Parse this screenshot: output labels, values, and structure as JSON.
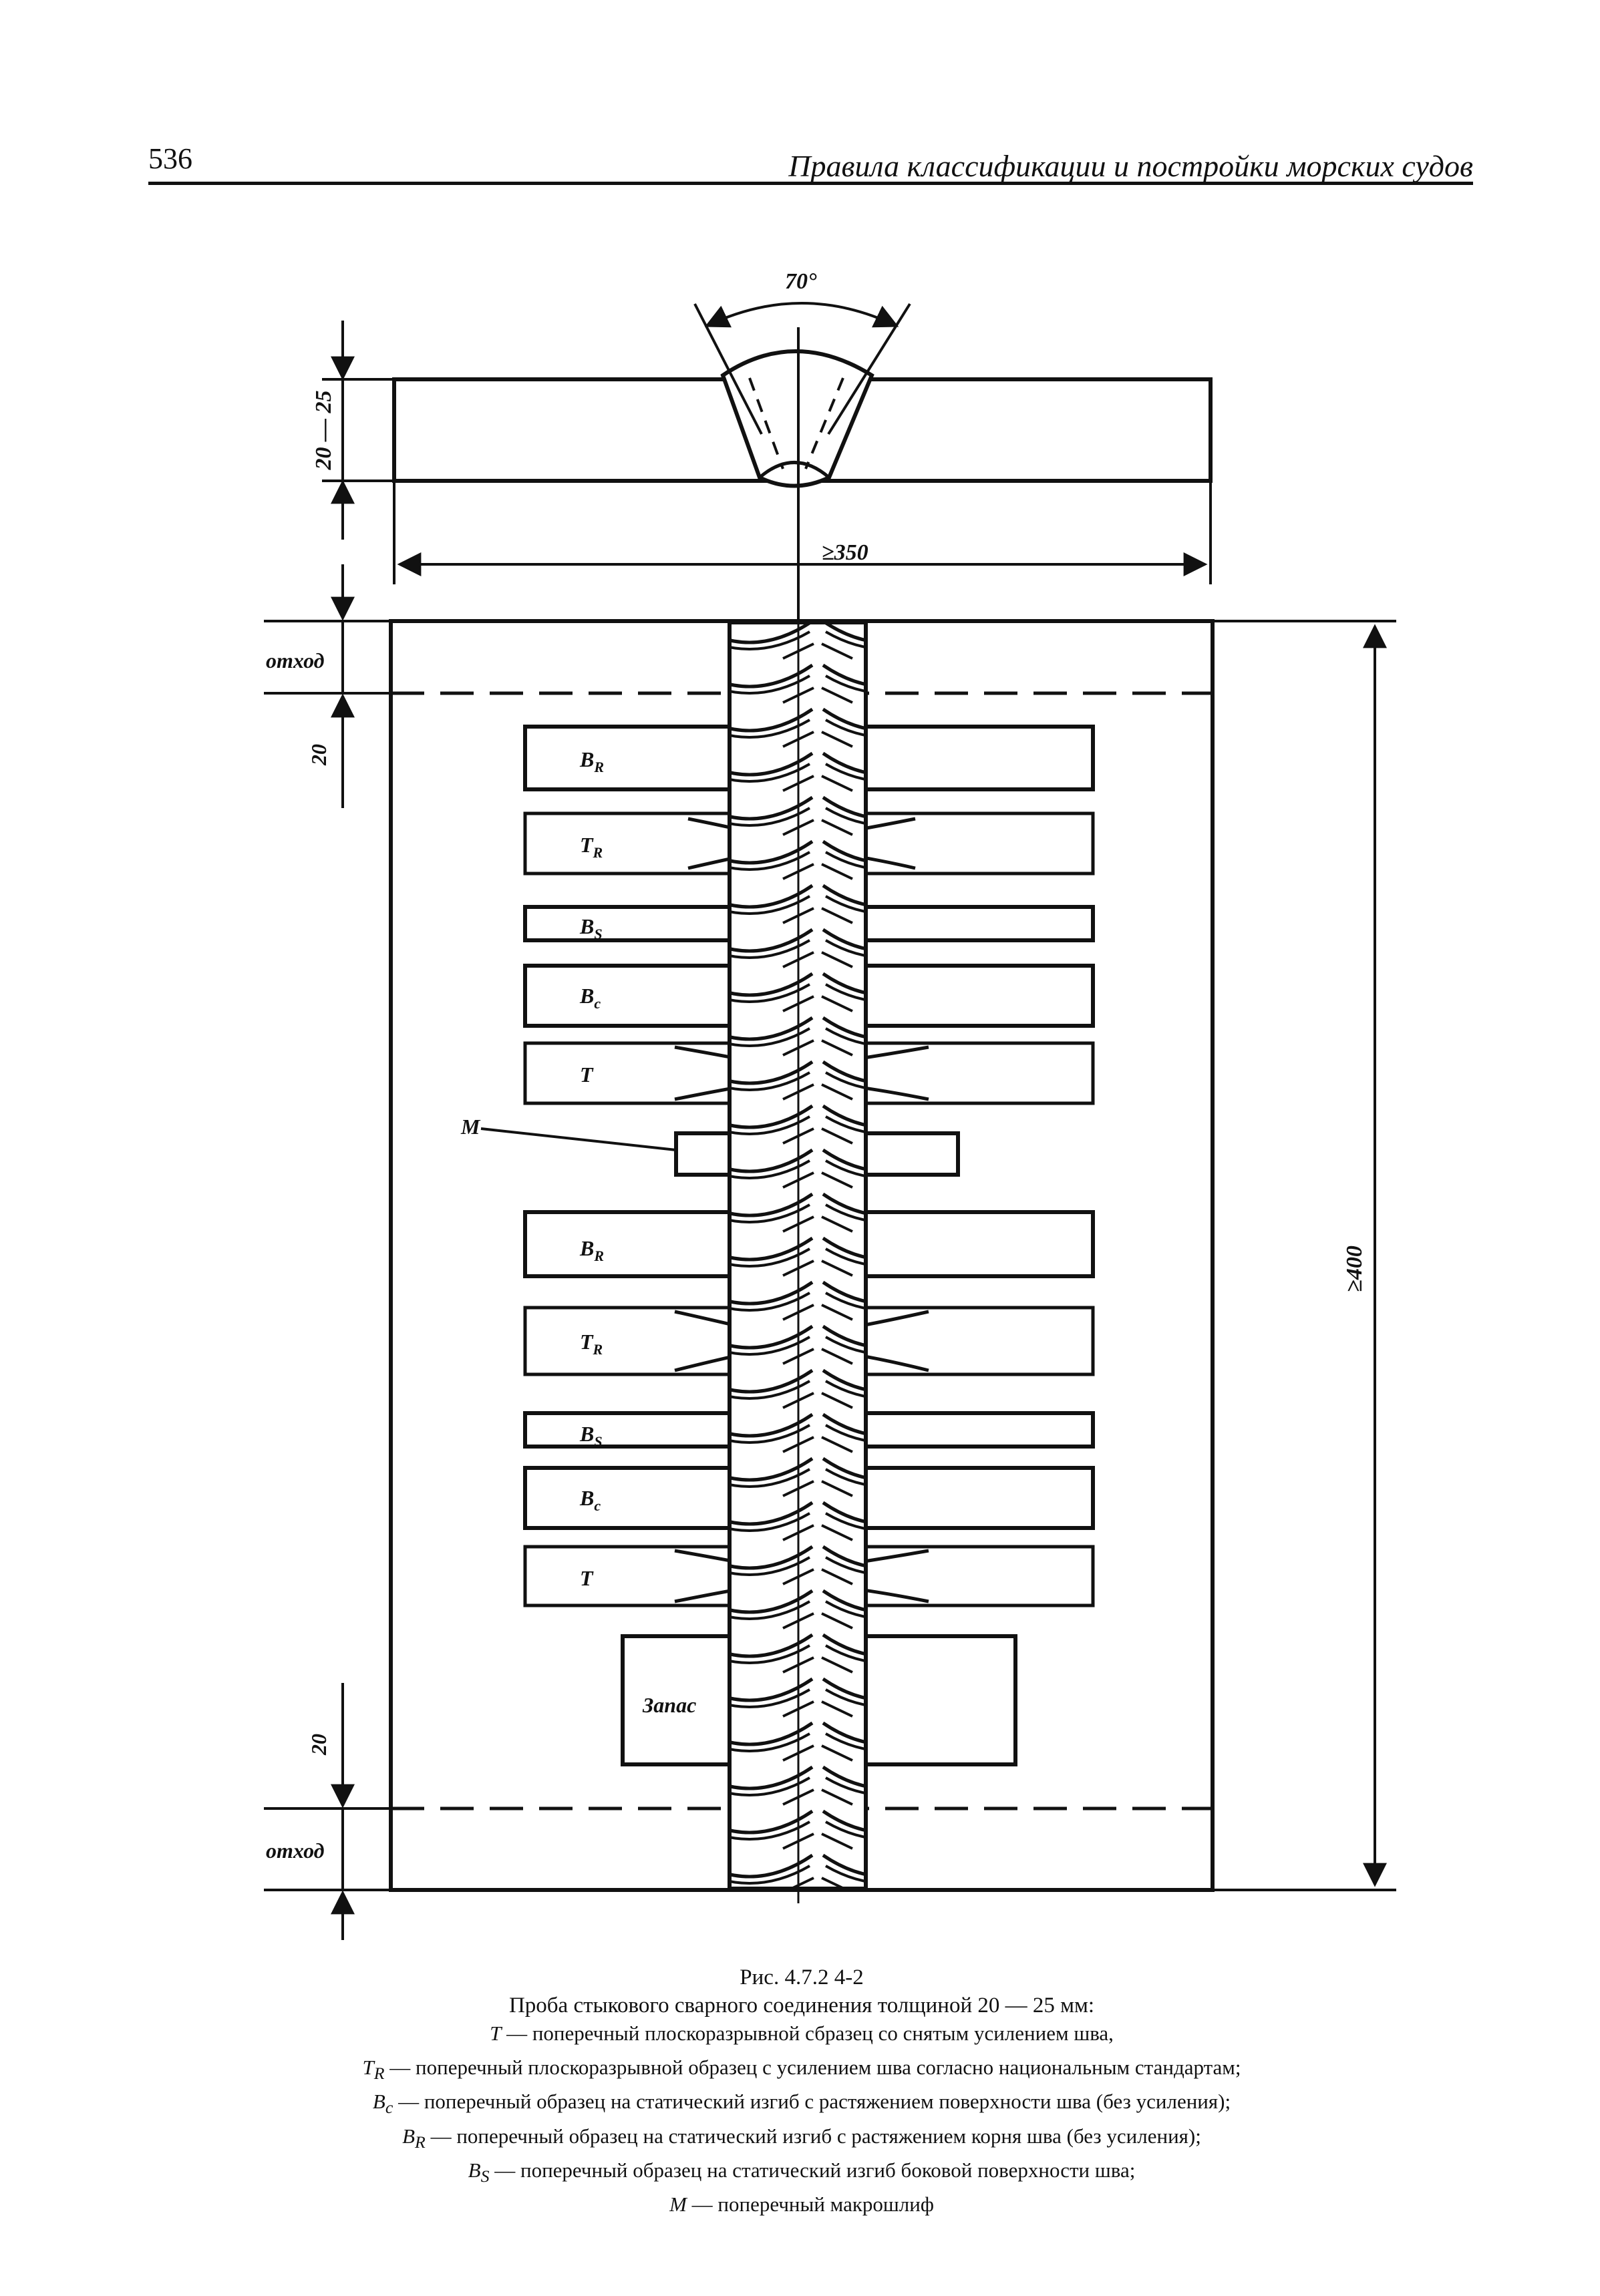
{
  "header": {
    "page_number": "536",
    "title": "Правила классификации и постройки морских судов"
  },
  "drawing": {
    "angle_label": "70°",
    "thickness_label": "20 — 25",
    "width_label": "≥350",
    "length_label": "≥400",
    "waste_label": "отход",
    "margin_label": "20",
    "specimens": [
      {
        "label": "B",
        "sub": "R",
        "shape": "bar"
      },
      {
        "label": "T",
        "sub": "R",
        "shape": "dogbone"
      },
      {
        "label": "B",
        "sub": "S",
        "shape": "thin"
      },
      {
        "label": "B",
        "sub": "c",
        "shape": "bar"
      },
      {
        "label": "T",
        "sub": "",
        "shape": "dogbone"
      },
      {
        "label": "M",
        "sub": "",
        "shape": "macro"
      },
      {
        "label": "B",
        "sub": "R",
        "shape": "bar"
      },
      {
        "label": "T",
        "sub": "R",
        "shape": "dogbone"
      },
      {
        "label": "B",
        "sub": "S",
        "shape": "thin"
      },
      {
        "label": "B",
        "sub": "c",
        "shape": "bar"
      },
      {
        "label": "T",
        "sub": "",
        "shape": "dogbone"
      },
      {
        "label": "Запас",
        "sub": "",
        "shape": "reserve"
      }
    ]
  },
  "caption": {
    "figure_number": "Рис. 4.7.2 4-2",
    "title": "Проба стыкового сварного соединения толщиной 20 — 25 мм:",
    "legend": [
      {
        "symbol": "T",
        "sub": "",
        "text": " — поперечный плоскоразрывной сбразец со снятым усилением шва,"
      },
      {
        "symbol": "T",
        "sub": "R",
        "text": " — поперечный плоскоразрывной образец с усилением шва согласно национальным стандартам;"
      },
      {
        "symbol": "B",
        "sub": "c",
        "text": " — поперечный образец на статический изгиб с растяжением поверхности шва (без усиления);"
      },
      {
        "symbol": "B",
        "sub": "R",
        "text": " — поперечный образец на статический изгиб с растяжением корня шва (без усиления);"
      },
      {
        "symbol": "B",
        "sub": "S",
        "text": " — поперечный образец на статический изгиб боковой поверхности шва;"
      },
      {
        "symbol": "M",
        "sub": "",
        "text": " — поперечный макрошлиф"
      }
    ]
  }
}
